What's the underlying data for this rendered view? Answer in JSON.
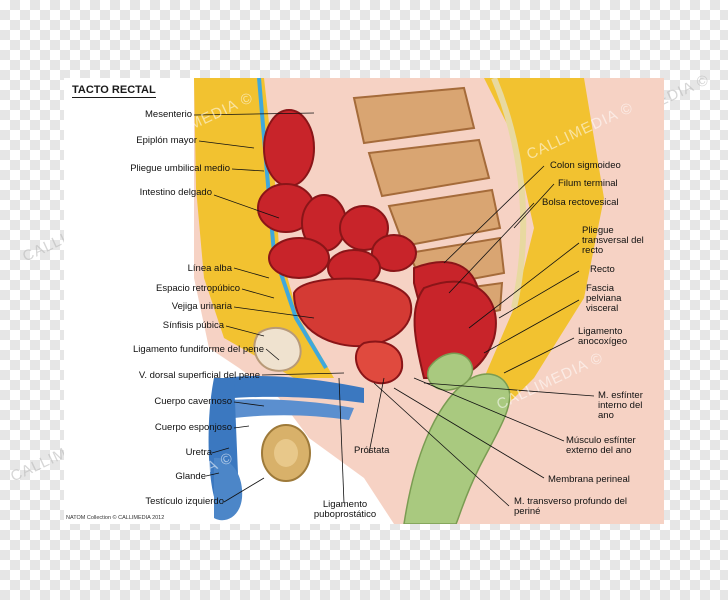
{
  "title": "TACTO RECTAL",
  "credit": "NATOM Collection © CALLIMEDIA 2012",
  "watermark": "CALLIMEDIA ©",
  "colors": {
    "fat": "#f2c230",
    "peritoneum": "#3fa8dc",
    "muscle": "#c8242a",
    "bone": "#d9a572",
    "skin": "#f3c3b2",
    "finger": "#a9c97f",
    "penis_blue": "#3b78c0"
  },
  "labels_left": [
    "Mesenterio",
    "Epiplón mayor",
    "Pliegue umbilical medio",
    "Intestino delgado",
    "Línea alba",
    "Espacio retropúbico",
    "Vejiga urinaria",
    "Sínfisis púbica",
    "Ligamento fundiforme del pene",
    "V. dorsal superficial del pene",
    "Cuerpo cavernoso",
    "Cuerpo esponjoso",
    "Uretra",
    "Glande",
    "Testículo izquierdo"
  ],
  "labels_right": [
    "Colon sigmoideo",
    "Filum terminal",
    "Bolsa rectovesical",
    "Pliegue transversal del recto",
    "Recto",
    "Fascia pelviana visceral",
    "Ligamento anocoxígeo",
    "M. esfínter interno del ano",
    "Músculo esfínter externo del ano",
    "Membrana perineal",
    "M. transverso profundo del periné"
  ],
  "labels_bottom": [
    "Próstata",
    "Ligamento puboprostático"
  ]
}
